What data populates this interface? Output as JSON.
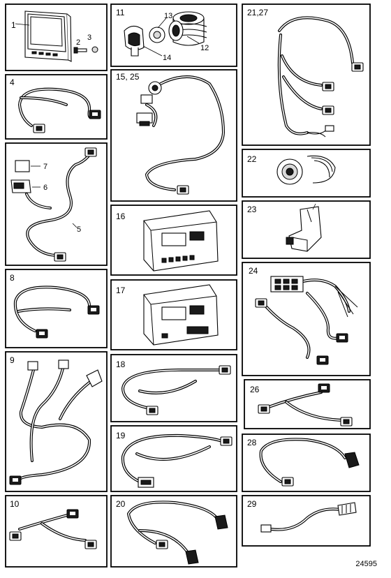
{
  "panels": {
    "p1": {
      "label": "1",
      "callouts": [
        "2",
        "3"
      ]
    },
    "p11": {
      "label": "11",
      "callouts": [
        "13",
        "12",
        "14"
      ]
    },
    "p21": {
      "label": "21,27"
    },
    "p4": {
      "label": "4"
    },
    "p15": {
      "label": "15, 25"
    },
    "p5": {
      "label": "",
      "callouts": [
        "7",
        "6",
        "5"
      ]
    },
    "p22": {
      "label": "22"
    },
    "p16": {
      "label": "16"
    },
    "p23": {
      "label": "23"
    },
    "p8": {
      "label": "8"
    },
    "p24": {
      "label": "24"
    },
    "p17": {
      "label": "17"
    },
    "p9": {
      "label": "9"
    },
    "p18": {
      "label": "18"
    },
    "p26": {
      "label": "26"
    },
    "p19": {
      "label": "19"
    },
    "p28": {
      "label": "28"
    },
    "p10": {
      "label": "10"
    },
    "p20": {
      "label": "20"
    },
    "p29": {
      "label": "29"
    }
  },
  "drawing_number": "24595"
}
